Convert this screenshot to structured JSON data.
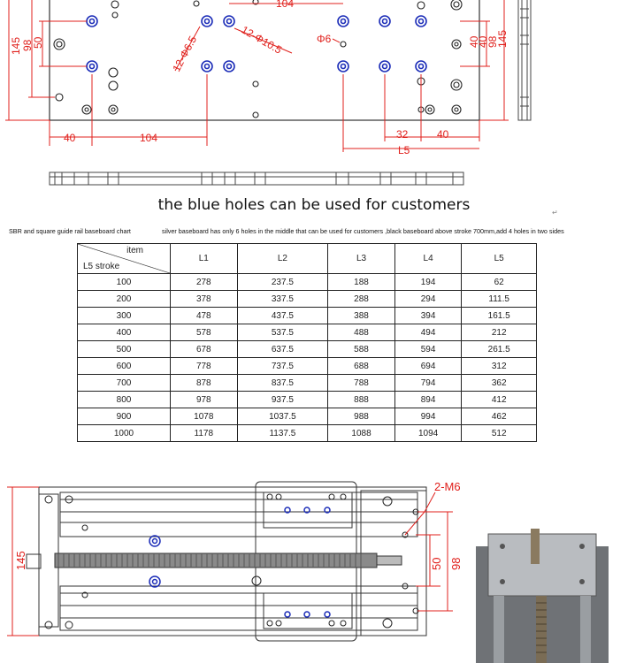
{
  "drawing_top": {
    "dims": [
      "145",
      "98",
      "50",
      "104",
      "12-Φ6.5",
      "12-Φ10.5",
      "Φ6",
      "40",
      "40",
      "104",
      "32",
      "40",
      "L5",
      "40",
      "98",
      "145"
    ]
  },
  "caption": "the blue holes can be used for customers",
  "chart_title": "SBR and square guide rail baseboard chart",
  "note": "silver baseboard has only 6 holes in the middle that can be used for customers ,black baseboard above stroke 700mm,add 4 holes in two sides",
  "table": {
    "header_item": "item",
    "header_stroke": "L5 stroke",
    "columns": [
      "L1",
      "L2",
      "L3",
      "L4",
      "L5"
    ],
    "rows": [
      [
        "100",
        "278",
        "237.5",
        "188",
        "194",
        "62"
      ],
      [
        "200",
        "378",
        "337.5",
        "288",
        "294",
        "111.5"
      ],
      [
        "300",
        "478",
        "437.5",
        "388",
        "394",
        "161.5"
      ],
      [
        "400",
        "578",
        "537.5",
        "488",
        "494",
        "212"
      ],
      [
        "500",
        "678",
        "637.5",
        "588",
        "594",
        "261.5"
      ],
      [
        "600",
        "778",
        "737.5",
        "688",
        "694",
        "312"
      ],
      [
        "700",
        "878",
        "837.5",
        "788",
        "794",
        "362"
      ],
      [
        "800",
        "978",
        "937.5",
        "888",
        "894",
        "412"
      ],
      [
        "900",
        "1078",
        "1037.5",
        "988",
        "994",
        "462"
      ],
      [
        "1000",
        "1178",
        "1137.5",
        "1088",
        "1094",
        "512"
      ]
    ]
  },
  "drawing_bottom": {
    "dims": [
      "145",
      "2-M6",
      "50",
      "98"
    ]
  },
  "colors": {
    "dimension": "#e0201c",
    "customer_hole": "#1c2db8",
    "line": "#333333"
  }
}
